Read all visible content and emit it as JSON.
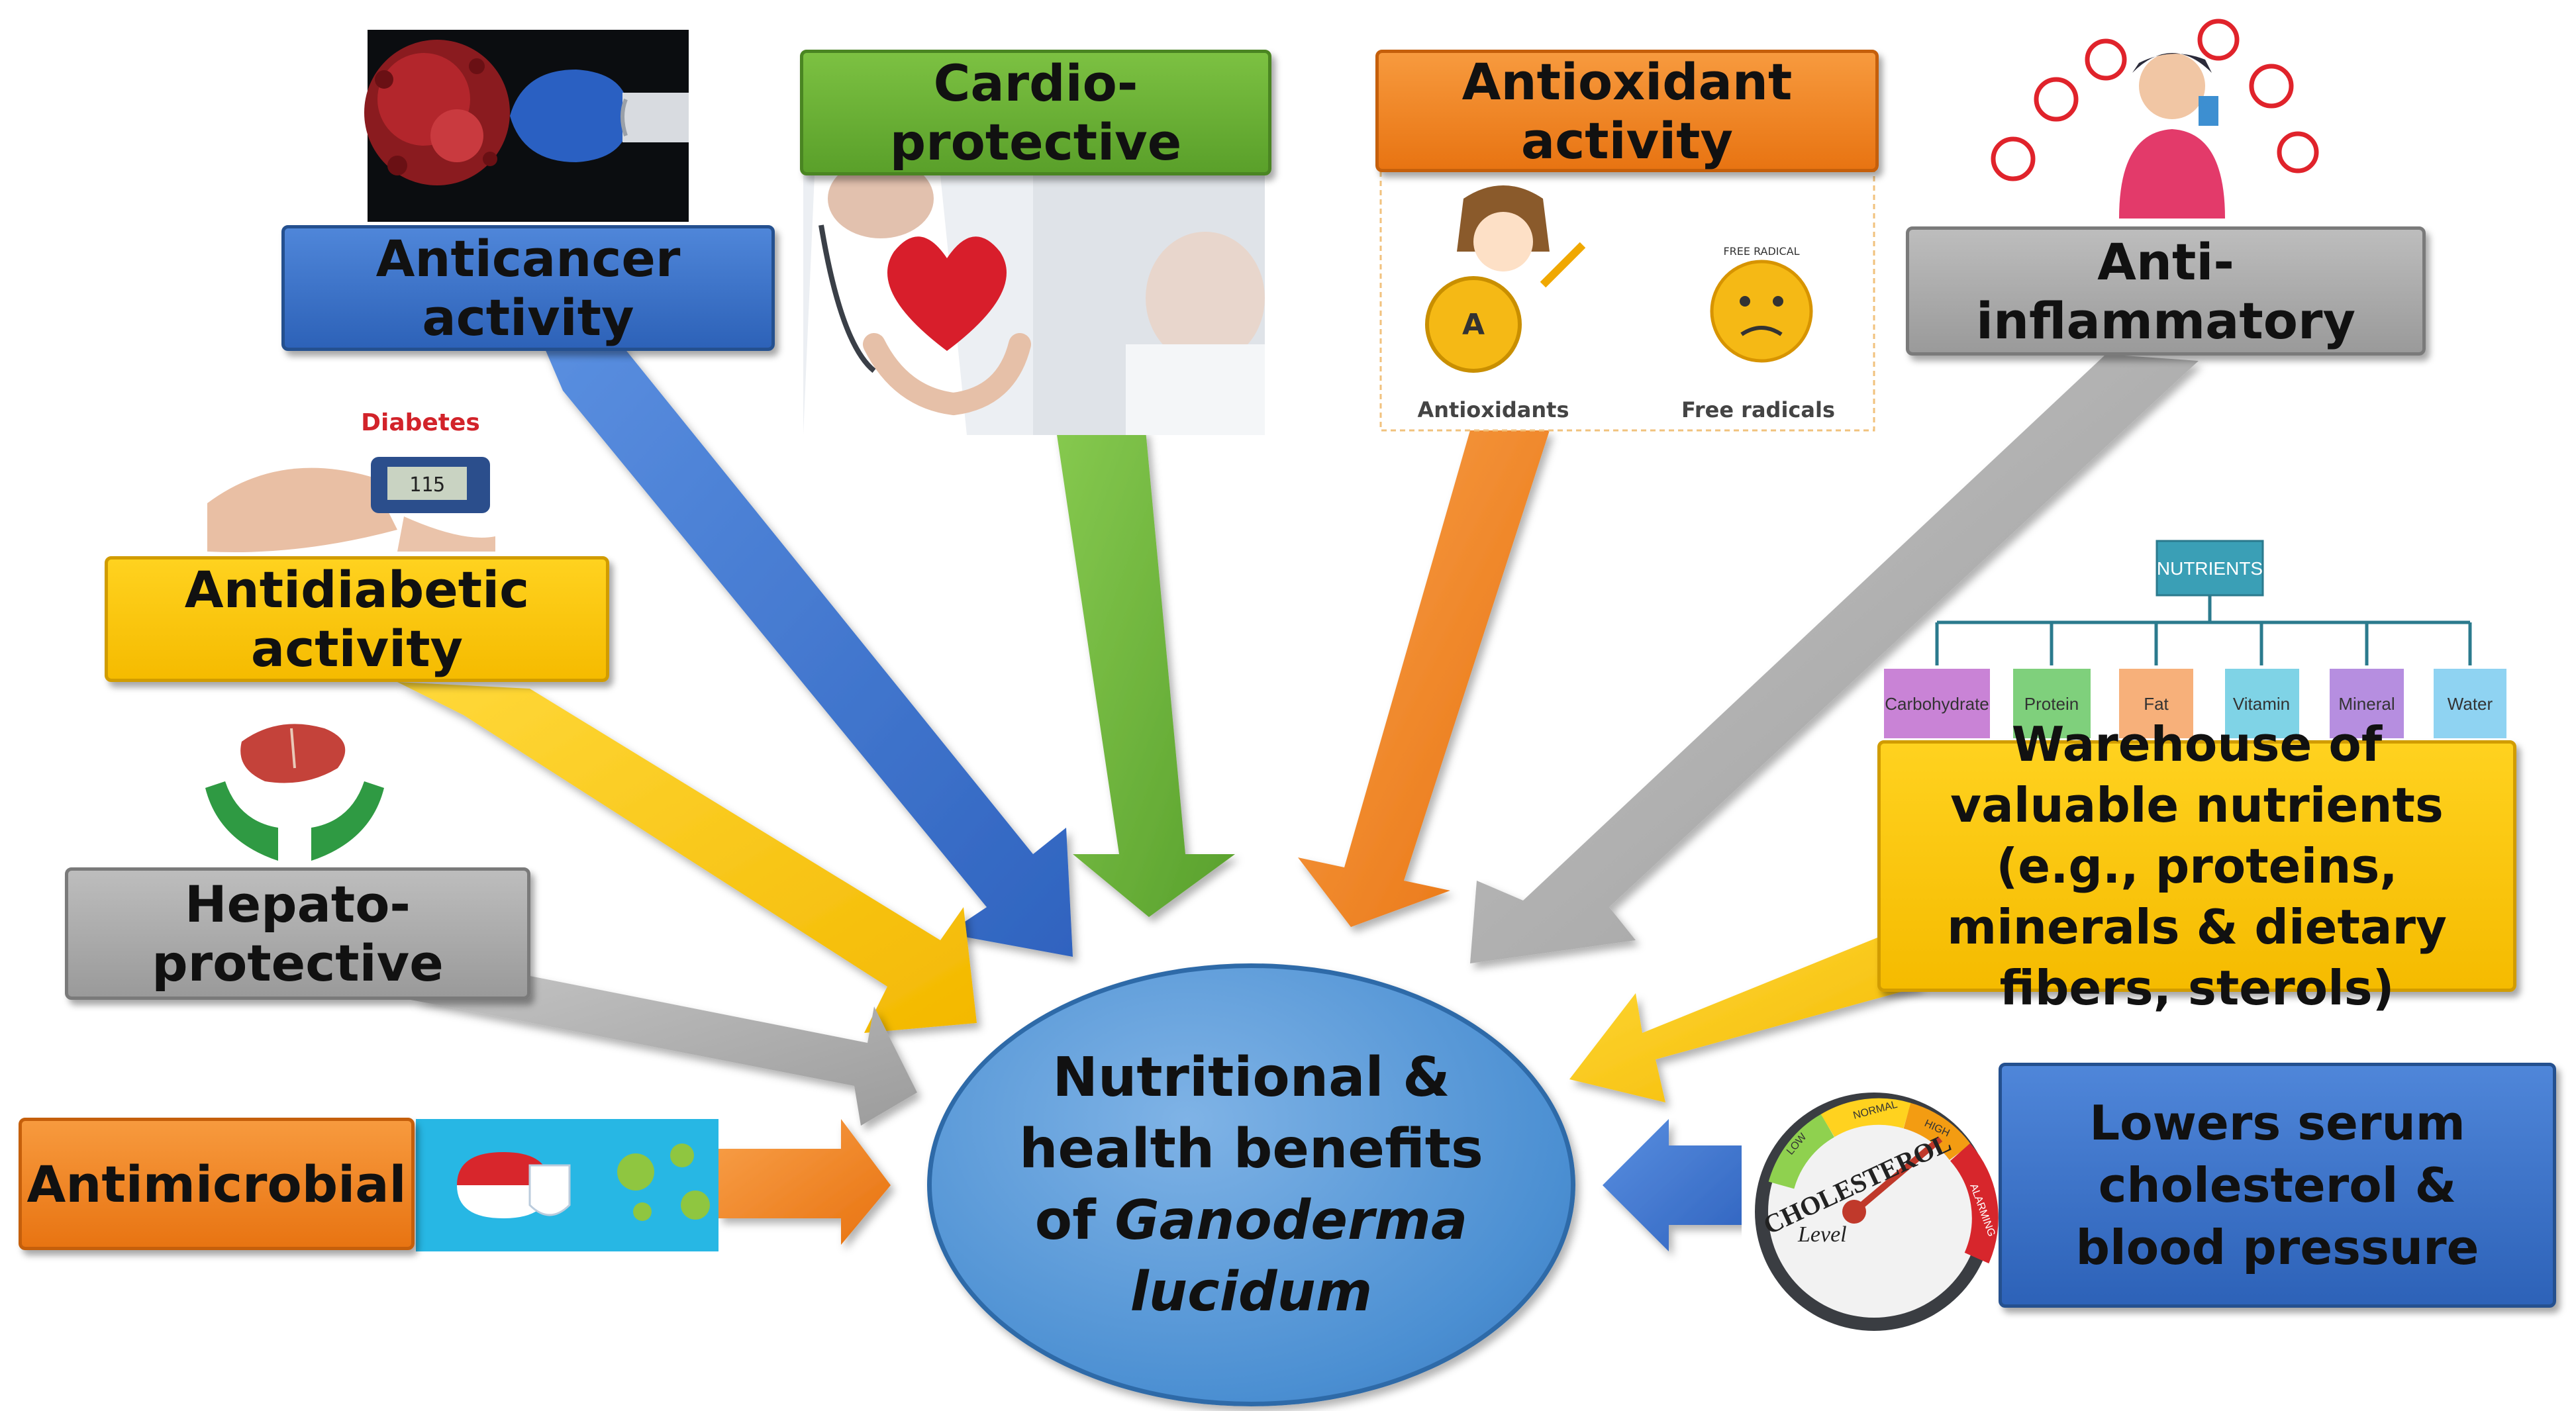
{
  "labels": {
    "anticancer": "Anticancer activity",
    "cardio": "Cardio-protective",
    "antioxidant": "Antioxidant activity",
    "anti_inflammatory": "Anti-inflammatory",
    "antidiabetic": "Antidiabetic activity",
    "hepato": "Hepato-protective",
    "antimicrobial": "Antimicrobial",
    "warehouse": "Warehouse of valuable nutrients (e.g., proteins, minerals & dietary fibers, sterols)",
    "cholesterol": "Lowers serum cholesterol & blood pressure"
  },
  "centre": {
    "line1": "Nutritional &",
    "line2": "health benefits",
    "line3_prefix": "of ",
    "line3_italic": "Ganoderma",
    "line4_italic": "lucidum"
  },
  "pictures": {
    "diabetes_label": "Diabetes",
    "meter_reading": "115",
    "antioxidants_caption": "Antioxidants",
    "free_radicals_caption": "Free radicals",
    "free_radical_tag": "FREE RADICAL",
    "antioxidant_badge": "A",
    "cholesterol_word": "CHOLESTEROL",
    "level_word": "Level",
    "gauge_low": "LOW",
    "gauge_normal": "NORMAL",
    "gauge_high": "HIGH",
    "gauge_alarming": "ALARMING",
    "nutrients_title": "NUTRIENTS",
    "nutrients": [
      "Carbohydrate",
      "Protein",
      "Fat",
      "Vitamin",
      "Mineral",
      "Water"
    ]
  },
  "colors": {
    "blue": "#3b73c8",
    "green": "#6db33f",
    "orange": "#f08320",
    "gray": "#a6a6a6",
    "yellow": "#ffc90e",
    "centre": "#5b9bd5"
  }
}
